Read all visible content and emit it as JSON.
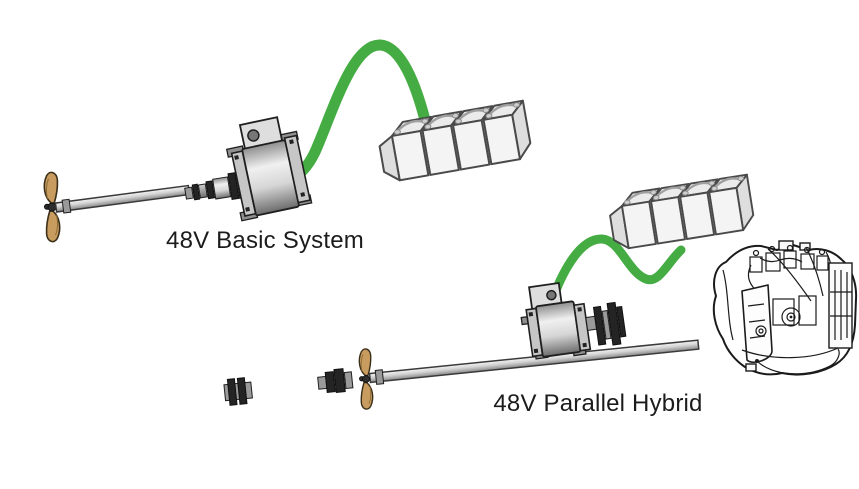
{
  "background": "#ffffff",
  "colors": {
    "cable_green": "#44AC42",
    "propeller_bronze": "#C89B5F",
    "battery_face": "#F4F4F4",
    "battery_top": "#EBEBEB",
    "battery_side": "#DEDEDE",
    "metal_outline": "#1F1F1F",
    "label_text": "#1C1C1C"
  },
  "diagrams": {
    "basic": {
      "label": "48V Basic System",
      "components": [
        "propeller",
        "propeller-shaft",
        "flexible-coupling",
        "48v-electric-motor",
        "green-power-cable",
        "battery-bank-4-cells"
      ]
    },
    "hybrid": {
      "label": "48V Parallel Hybrid",
      "components": [
        "propeller",
        "propeller-shaft",
        "belt-pulley-drive",
        "48v-electric-motor",
        "green-power-cable",
        "battery-bank-4-cells",
        "diesel-engine"
      ]
    }
  }
}
